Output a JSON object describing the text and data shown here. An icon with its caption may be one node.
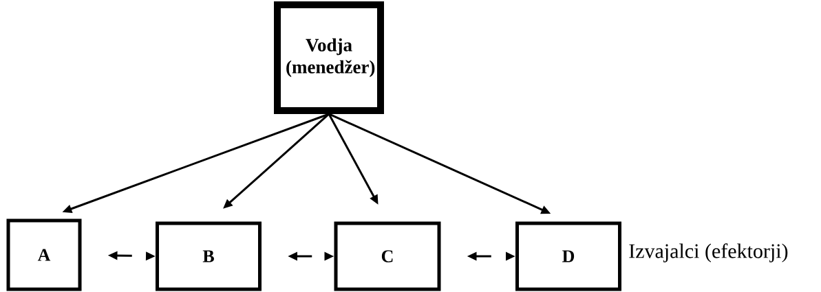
{
  "diagram": {
    "nodes": [
      {
        "text": [
          "Vodja (menedžer)"
        ]
      },
      {
        "text": [
          "A"
        ]
      },
      {
        "text": [
          "B"
        ]
      },
      {
        "text": [
          "C"
        ]
      },
      {
        "text": [
          "D"
        ]
      }
    ],
    "edges": [
      {
        "from": 0,
        "to": 1,
        "arrow": "to"
      },
      {
        "from": 0,
        "to": 2,
        "arrow": "to"
      },
      {
        "from": 0,
        "to": 3,
        "arrow": "to"
      },
      {
        "from": 0,
        "to": 4,
        "arrow": "to"
      },
      {
        "from": 1,
        "to": 2,
        "arrow": "both",
        "style": "dashed"
      },
      {
        "from": 2,
        "to": 3,
        "arrow": "both",
        "style": "dashed"
      },
      {
        "from": 3,
        "to": 4,
        "arrow": "both",
        "style": "dashed"
      }
    ],
    "labels": [
      "Izvajalci (efektorji)"
    ]
  }
}
